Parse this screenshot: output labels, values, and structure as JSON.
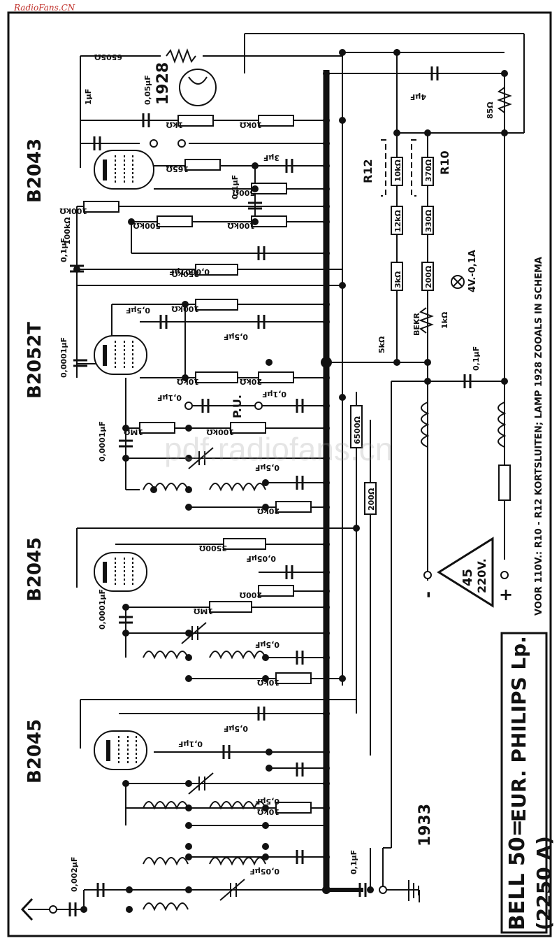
{
  "watermark_top": "RadioFans.CN",
  "watermark_center": "pdf.radiofans.cn",
  "title": {
    "model": "BELL 50=",
    "model_code": "(2250 A)",
    "maker": "EUR. PHILIPS Lp."
  },
  "year": "1933",
  "note": "VOOR 110V.: R10 - R12 KORTSLUITEN; LAMP 1928 ZOOALS IN SCHEMA",
  "tubes": [
    "B2043",
    "B2052T",
    "B2045",
    "B2045"
  ],
  "lamp": "1928",
  "mains_badge": [
    "45",
    "220V."
  ],
  "mains_terminals": [
    "-",
    "+"
  ],
  "resistor_labels": [
    "6505Ω",
    "1kΩ",
    "10kΩ",
    "165Ω",
    "500Ω",
    "100kΩ",
    "500kΩ",
    "100kΩ",
    "100kΩ",
    "250kΩ",
    "100kΩ",
    "10kΩ",
    "20kΩ",
    "1MΩ",
    "100kΩ",
    "20kΩ",
    "3500Ω",
    "200Ω",
    "1MΩ",
    "10kΩ",
    "10kΩ",
    "85Ω",
    "10kΩ",
    "370Ω",
    "12kΩ",
    "330Ω",
    "3kΩ",
    "200Ω",
    "1kΩ",
    "5kΩ",
    "6500Ω",
    "200Ω"
  ],
  "capacitor_labels": [
    "1μF",
    "0,05μF",
    "4μF",
    "3μF",
    "0,1μF",
    "0,0001μF",
    "0,1μF",
    "0,5μF",
    "0,5μF",
    "0,0001μF",
    "0,1μF",
    "0,1μF",
    "0,0001μF",
    "0,5μF",
    "0,05μF",
    "0,0001μF",
    "0,5μF",
    "0,5μF",
    "0,1μF",
    "0,5μF",
    "0,05μF",
    "0,002μF",
    "0,1μF",
    "0,1μF"
  ],
  "misc_labels": {
    "r12": "R12",
    "r10": "R10",
    "pilot": "4V.-0,1A",
    "bekr": "BEKR",
    "pu": "P.U."
  }
}
